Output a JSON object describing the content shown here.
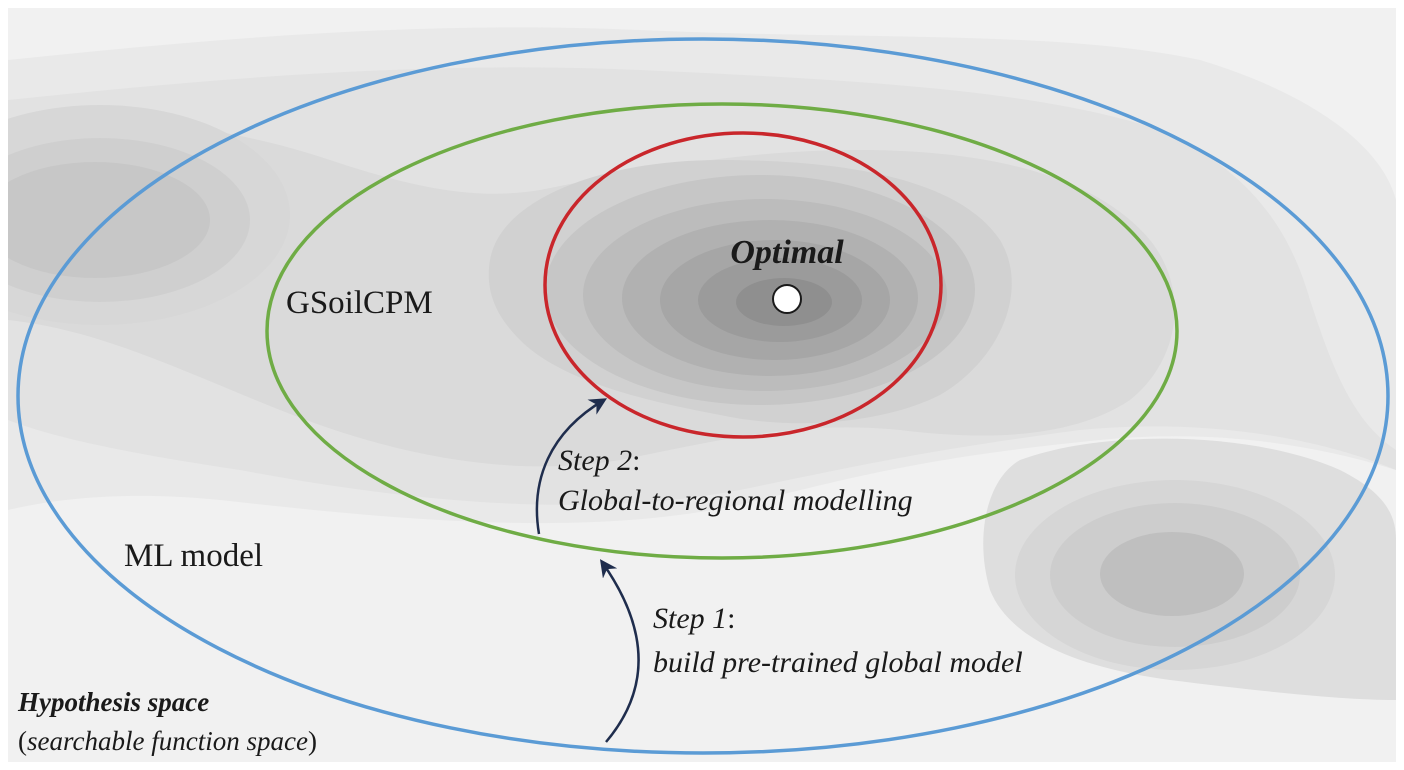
{
  "labels": {
    "optimal": "Optimal",
    "gsoilcpm": "GSoilCPM",
    "ml_model": "ML model",
    "step2_title": "Step 2",
    "step2_colon": ":",
    "step2_desc": "Global-to-regional modelling",
    "step1_title": "Step 1",
    "step1_colon": ":",
    "step1_desc": "build pre-trained global model",
    "hyp_title": "Hypothesis space",
    "hyp_open": "(",
    "hyp_sub": "searchable function space",
    "hyp_close": ")"
  },
  "colors": {
    "hypothesis_ellipse": "#5b9bd5",
    "gsoilcpm_ellipse": "#6fac45",
    "optimal_ellipse": "#c9262b",
    "arrow": "#1f2d4d",
    "background": "#f0f0f0"
  }
}
